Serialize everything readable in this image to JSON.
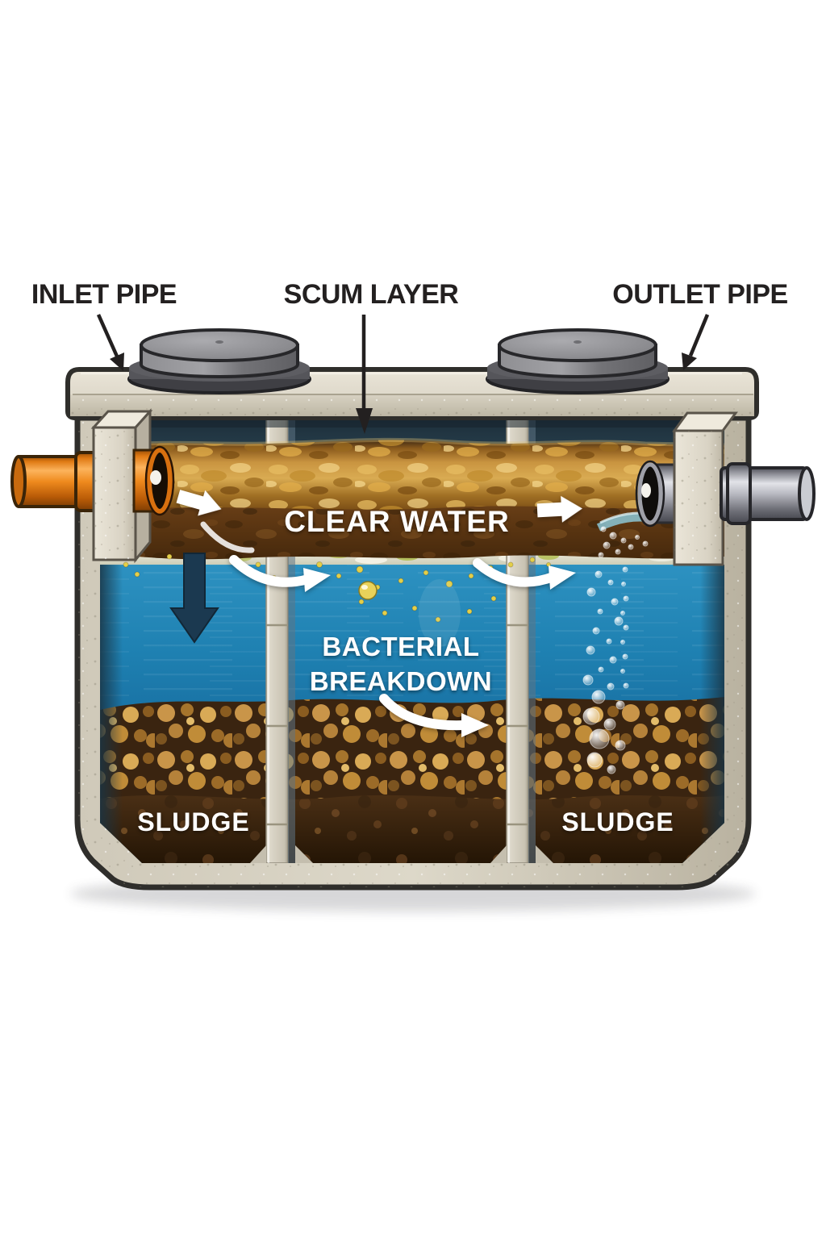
{
  "figure": {
    "type": "diagram",
    "subject": "Septic tank cross-section showing wastewater treatment layers and flow"
  },
  "callouts": {
    "inlet_pipe": "INLET PIPE",
    "scum_layer": "SCUM LAYER",
    "outlet_pipe": "OUTLET PIPE"
  },
  "zones": {
    "clear_water": "CLEAR WATER",
    "bacterial_breakdown_line1": "BACTERIAL",
    "bacterial_breakdown_line2": "BREAKDOWN",
    "sludge_left": "SLUDGE",
    "sludge_right": "SLUDGE"
  },
  "colors": {
    "background": "#ffffff",
    "label_ink": "#232020",
    "zone_text": "#ffffff",
    "concrete": "#d7d1c2",
    "inlet_pipe_orange": "#ef8a1e",
    "outlet_pipe_gray": "#b9bac2",
    "water_blue": "#1e80b1",
    "scum_crust_gold": "#d9ab52",
    "scum_brown": "#5f3813",
    "sludge_dark": "#2d1c0c",
    "flow_arrow_white": "#ffffff",
    "settle_arrow_navy": "#1b3950",
    "manhole_gray": "#8f8f93"
  }
}
